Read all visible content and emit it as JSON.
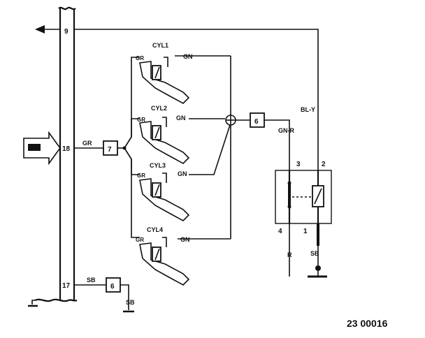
{
  "ecu": {
    "pins": {
      "top": "9",
      "mid": "18",
      "bottom": "17"
    }
  },
  "wires": {
    "ecu_to_conn7": "GR",
    "ecu_to_conn6_ground": "SB",
    "conn6_ground": "SB",
    "injector_supply": "GR",
    "injector_return": "GN",
    "relay_out": "GN-R",
    "relay_feed": "BL-Y",
    "relay_pin4": "R",
    "relay_pin1": "SB"
  },
  "connectors": {
    "splice": "7",
    "return_conn": "6",
    "ground_conn": "6"
  },
  "injectors": [
    {
      "name": "CYL1",
      "supply": "GR",
      "return": "GN"
    },
    {
      "name": "CYL2",
      "supply": "GR",
      "return": "GN"
    },
    {
      "name": "CYL3",
      "supply": "GR",
      "return": "GN"
    },
    {
      "name": "CYL4",
      "supply": "GR",
      "return": "GN"
    }
  ],
  "relay": {
    "pins": {
      "p3": "3",
      "p2": "2",
      "p4": "4",
      "p1": "1"
    }
  },
  "reference": "23 00016"
}
